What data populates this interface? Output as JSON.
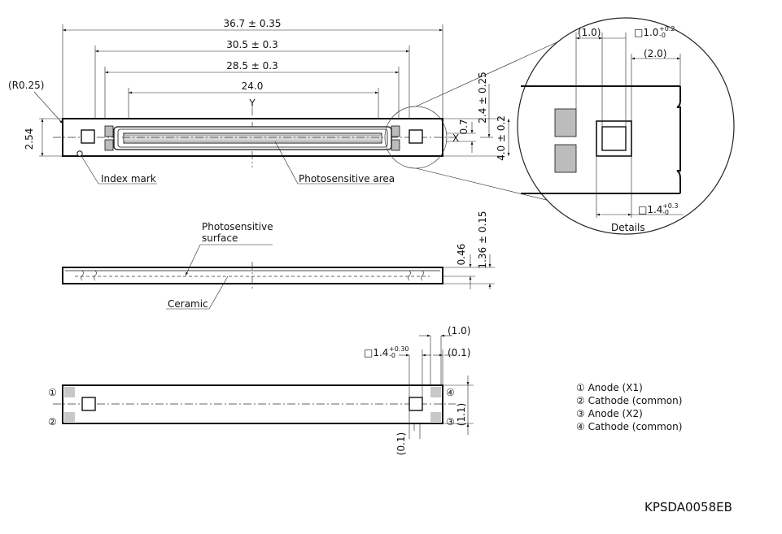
{
  "dimensions": {
    "overall_length": "36.7 ± 0.35",
    "len_30_5": "30.5 ± 0.3",
    "len_28_5": "28.5 ± 0.3",
    "active_length": "24.0",
    "corner_radius": "(R0.25)",
    "width": "2.54",
    "d_2_4": "2.4 ± 0.25",
    "d_0_7": "0.7",
    "d_4_0": "4.0 ± 0.2",
    "d_0_46": "0.46",
    "d_1_36": "1.36 ± 0.15",
    "d_1_0_bottom": "(1.0)",
    "d_0_1_a": "(0.1)",
    "d_0_1_b": "(0.1)",
    "d_1_1": "(1.1)",
    "pad_bottom_main": "□1.4",
    "pad_bottom_tol": "+0.30",
    "pad_bottom_tol2": "-0",
    "det_1_0": "(1.0)",
    "det_pad_main": "□1.0",
    "det_pad_tol": "+0.2",
    "det_pad_tol2": "-0",
    "det_2_0": "(2.0)",
    "det_pad2_main": "□1.4",
    "det_pad2_tol": "+0.3",
    "det_pad2_tol2": "-0"
  },
  "labels": {
    "axis_y": "Y",
    "axis_x": "X",
    "index_mark": "Index mark",
    "photosensitive_area": "Photosensitive area",
    "photosensitive_surface_1": "Photosensitive",
    "photosensitive_surface_2": "surface",
    "ceramic": "Ceramic",
    "details": "Details"
  },
  "pins": {
    "p1": "①",
    "p2": "②",
    "p3": "③",
    "p4": "④"
  },
  "legend": [
    "① Anode (X1)",
    "② Cathode (common)",
    "③ Anode (X2)",
    "④ Cathode (common)"
  ],
  "drawing_code": "KPSDA0058EB"
}
